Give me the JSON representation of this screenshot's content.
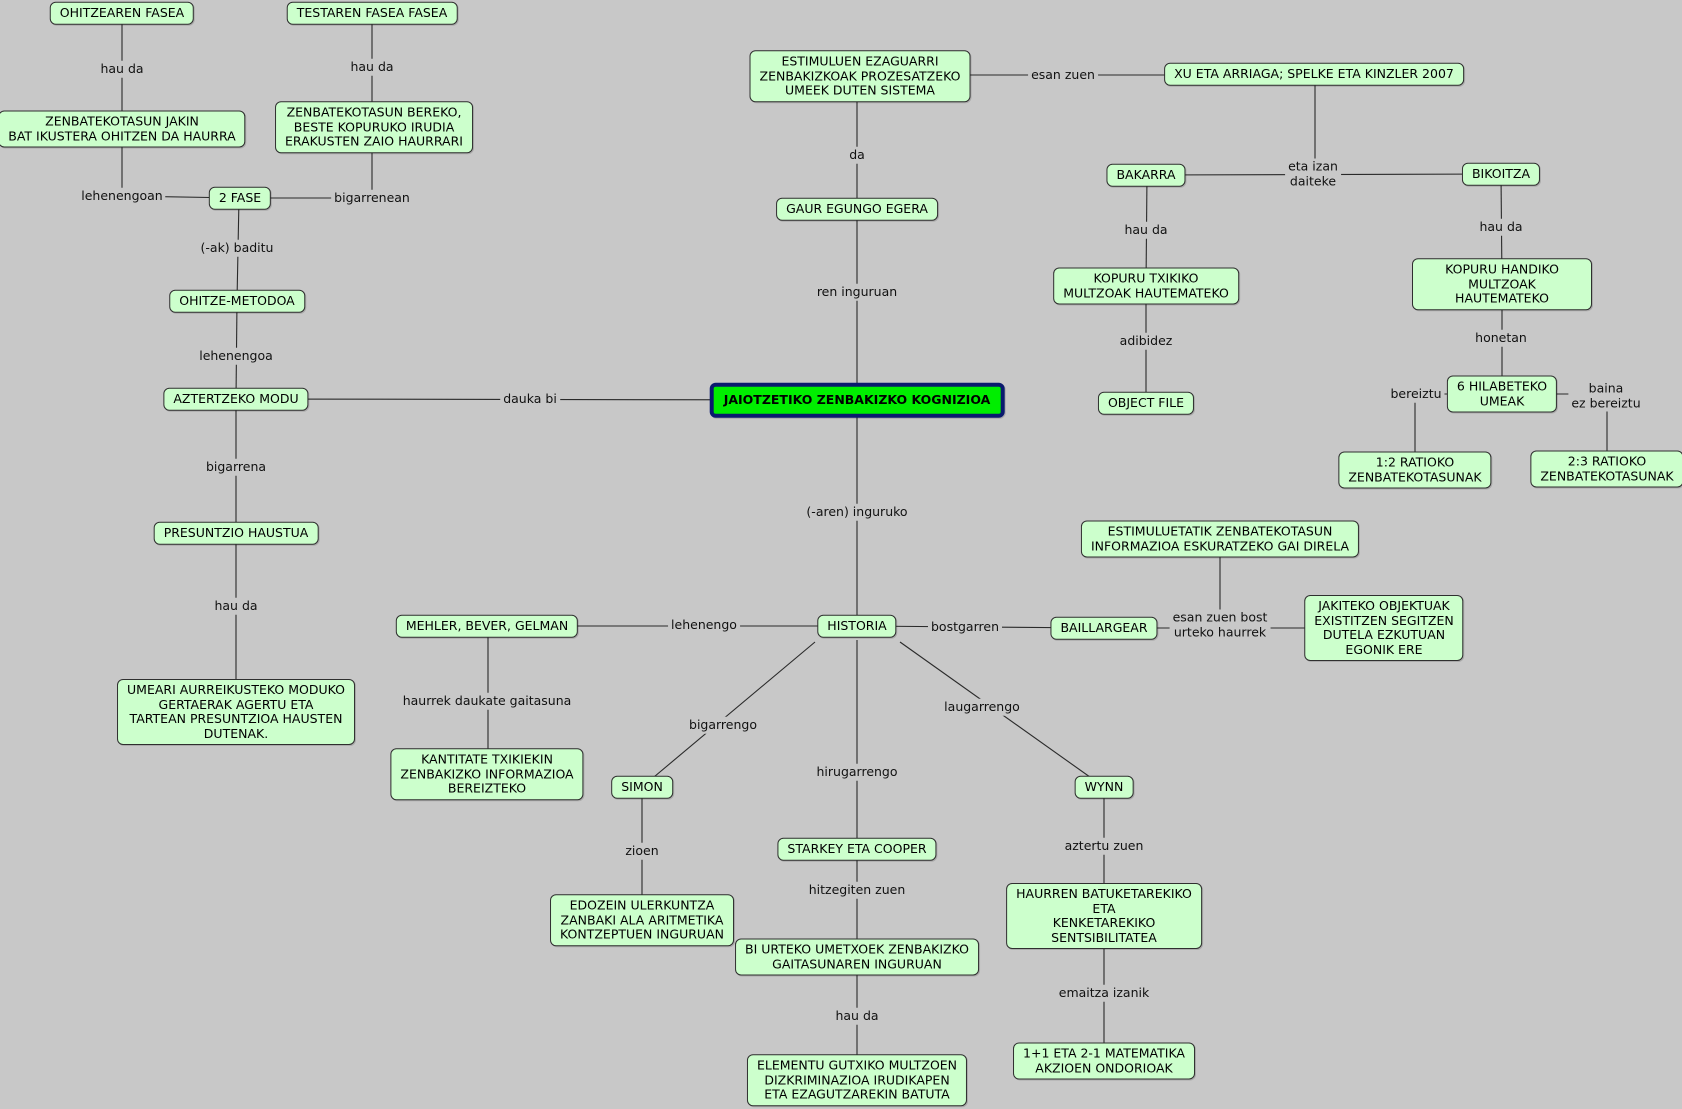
{
  "concept_map": {
    "root": "JAIOTZETIKO ZENBAKIZKO KOGNIZIOA",
    "nodes": {
      "ohitzearen_fasea": "OHITZEAREN FASEA",
      "testaren_fasea": "TESTAREN FASEA FASEA",
      "zenbatekotasun_jakin": "ZENBATEKOTASUN JAKIN\nBAT IKUSTERA OHITZEN DA HAURRA",
      "zenbatekotasun_bereko": "ZENBATEKOTASUN BEREKO,\nBESTE KOPURUKO IRUDIA\nERAKUSTEN ZAIO HAURRARI",
      "bi_fase": "2 FASE",
      "ohitze_metodoa": "OHITZE-METODOA",
      "aztertzeko_modu": "AZTERTZEKO MODU",
      "presuntzio_haustua": "PRESUNTZIO HAUSTUA",
      "umeari_aurreikusteko": "UMEARI AURREIKUSTEKO MODUKO\nGERTAERAK AGERTU ETA\nTARTEAN PRESUNTZIOA HAUSTEN\nDUTENAK.",
      "estimuluen_ezaguarri": "ESTIMULUEN EZAGUARRI\nZENBAKIZKOAK PROZESATZEKO\nUMEEK DUTEN SISTEMA",
      "gaur_egungo_egera": "GAUR EGUNGO EGERA",
      "xu_arriaga": "XU ETA ARRIAGA; SPELKE ETA KINZLER 2007",
      "bakarra": "BAKARRA",
      "bikoitza": "BIKOITZA",
      "kopuru_txikiko": "KOPURU TXIKIKO\nMULTZOAK HAUTEMATEKO",
      "kopuru_handiko": "KOPURU HANDIKO\nMULTZOAK HAUTEMATEKO",
      "object_file": "OBJECT FILE",
      "sei_hilabeteko": "6 HILABETEKO\nUMEAK",
      "ratio_1_2": "1:2 RATIOKO\nZENBATEKOTASUNAK",
      "ratio_2_3": "2:3 RATIOKO\nZENBATEKOTASUNAK",
      "estimuluetatik": "ESTIMULUETATIK ZENBATEKOTASUN\nINFORMAZIOA ESKURATZEKO GAI DIRELA",
      "historia": "HISTORIA",
      "mehler": "MEHLER, BEVER, GELMAN",
      "baillargear": "BAILLARGEAR",
      "jakiteko_objektuak": "JAKITEKO OBJEKTUAK\nEXISTITZEN SEGITZEN\nDUTELA EZKUTUAN\nEGONIK ERE",
      "kantitate_txikiekin": "KANTITATE TXIKIEKIN\nZENBAKIZKO INFORMAZIOA\nBEREIZTEKO",
      "simon": "SIMON",
      "wynn": "WYNN",
      "starkey": "STARKEY ETA COOPER",
      "edozein_ulerkuntza": "EDOZEIN ULERKUNTZA\nZANBAKI ALA ARITMETIKA\nKONTZEPTUEN INGURUAN",
      "haurren_batuketarekiko": "HAURREN BATUKETAREKIKO\nETA\nKENKETAREKIKO\nSENTSIBILITATEA",
      "bi_urteko": "BI URTEKO UMETXOEK ZENBAKIZKO\nGAITASUNAREN INGURUAN",
      "matematika_akzioen": "1+1 ETA 2-1 MATEMATIKA\nAKZIOEN ONDORIOAK",
      "elementu_gutxiko": "ELEMENTU GUTXIKO MULTZOEN\nDIZKRIMINAZIOA IRUDIKAPEN\nETA EZAGUTZAREKIN BATUTA"
    },
    "links": {
      "hau_da_1": "hau da",
      "hau_da_2": "hau da",
      "lehenengoan": "lehenengoan",
      "bigarrenean": "bigarrenean",
      "ak_baditu": "(-ak) baditu",
      "lehenengoa": "lehenengoa",
      "dauka_bi": "dauka bi",
      "bigarrena": "bigarrena",
      "hau_da_3": "hau da",
      "da": "da",
      "ren_inguruan": "ren inguruan",
      "esan_zuen": "esan zuen",
      "eta_izan_daiteke": "eta izan\ndaiteke",
      "hau_da_4": "hau da",
      "hau_da_5": "hau da",
      "adibidez": "adibidez",
      "honetan": "honetan",
      "bereiztu": "bereiztu",
      "baina_ez_bereiztu": "baina\nez bereiztu",
      "aren_inguruko": "(-aren) inguruko",
      "lehenengo": "lehenengo",
      "bostgarren": "bostgarren",
      "esan_zuen_bost": "esan zuen bost\nurteko haurrek",
      "haurrek_daukate": "haurrek daukate gaitasuna",
      "bigarrengo": "bigarrengo",
      "laugarrengo": "laugarrengo",
      "hirugarrengo": "hirugarrengo",
      "zioen": "zioen",
      "aztertu_zuen": "aztertu zuen",
      "hitzegiten_zuen": "hitzegiten zuen",
      "emaitza_izanik": "emaitza izanik",
      "hau_da_6": "hau da"
    }
  },
  "colors": {
    "background": "#c8c8c8",
    "node_fill": "#ccffcc",
    "root_fill": "#00ee00",
    "root_border": "#0a1a6e"
  }
}
